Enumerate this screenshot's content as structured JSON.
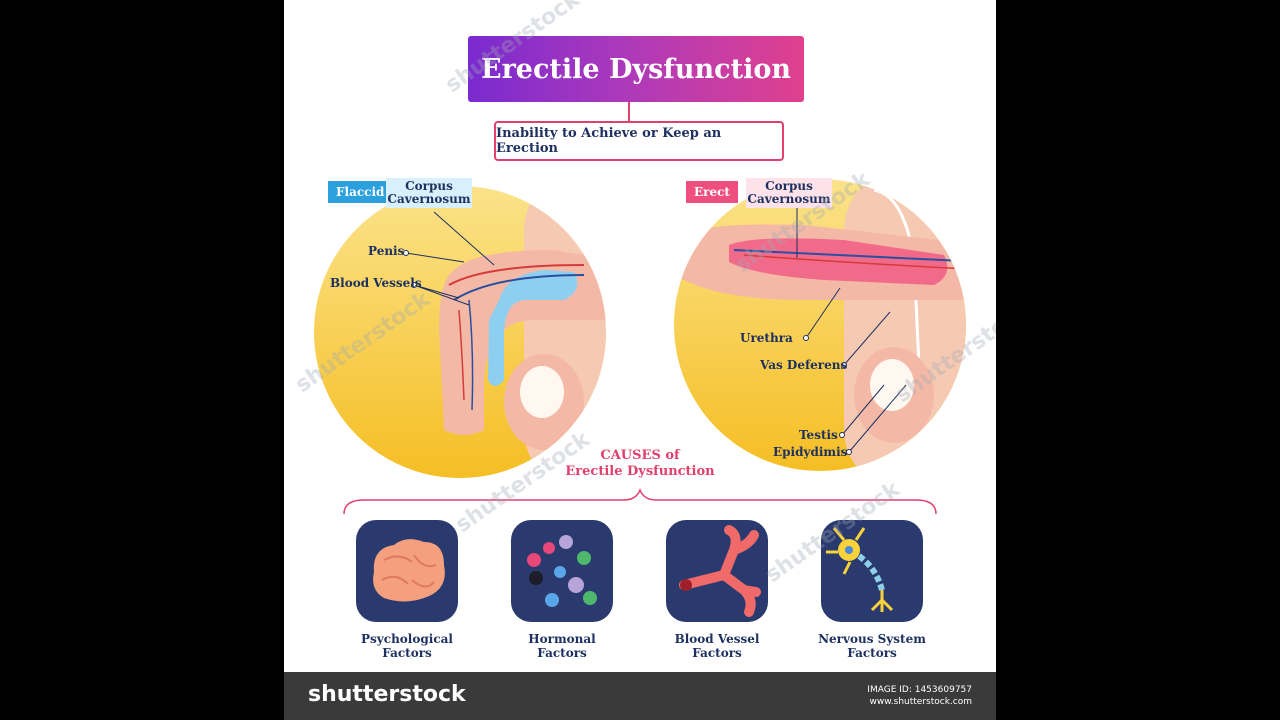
{
  "title": "Erectile Dysfunction",
  "subtitle": "Inability to Achieve or Keep an Erection",
  "flaccid": {
    "tag": "Flaccid",
    "corpus_line1": "Corpus",
    "corpus_line2": "Cavernosum",
    "labels": [
      "Penis",
      "Blood Vessels"
    ]
  },
  "erect": {
    "tag": "Erect",
    "corpus_line1": "Corpus",
    "corpus_line2": "Cavernosum",
    "labels": [
      "Urethra",
      "Vas Deferens",
      "Testis",
      "Epidydimis"
    ]
  },
  "causes": {
    "line1": "CAUSES of",
    "line2": "Erectile Dysfunction"
  },
  "factors": [
    {
      "line1": "Psychological",
      "line2": "Factors",
      "icon": "brain-icon"
    },
    {
      "line1": "Hormonal",
      "line2": "Factors",
      "icon": "molecules-icon"
    },
    {
      "line1": "Blood Vessel",
      "line2": "Factors",
      "icon": "blood-vessel-icon"
    },
    {
      "line1": "Nervous System",
      "line2": "Factors",
      "icon": "neuron-icon"
    }
  ],
  "footer": {
    "logo": "shutterstock",
    "image_id_label": "IMAGE ID:",
    "image_id": "1453609757",
    "site": "www.shutterstock.com"
  },
  "watermark": "shutterstock",
  "colors": {
    "navy": "#1e3060",
    "pink": "#e0406e",
    "flaccid_tag": "#2aa0dd",
    "erect_tag": "#ef4f7e",
    "circle": "#f7c93a",
    "footer": "#3a3a3a",
    "icon_bg": "#2a3a6e"
  }
}
